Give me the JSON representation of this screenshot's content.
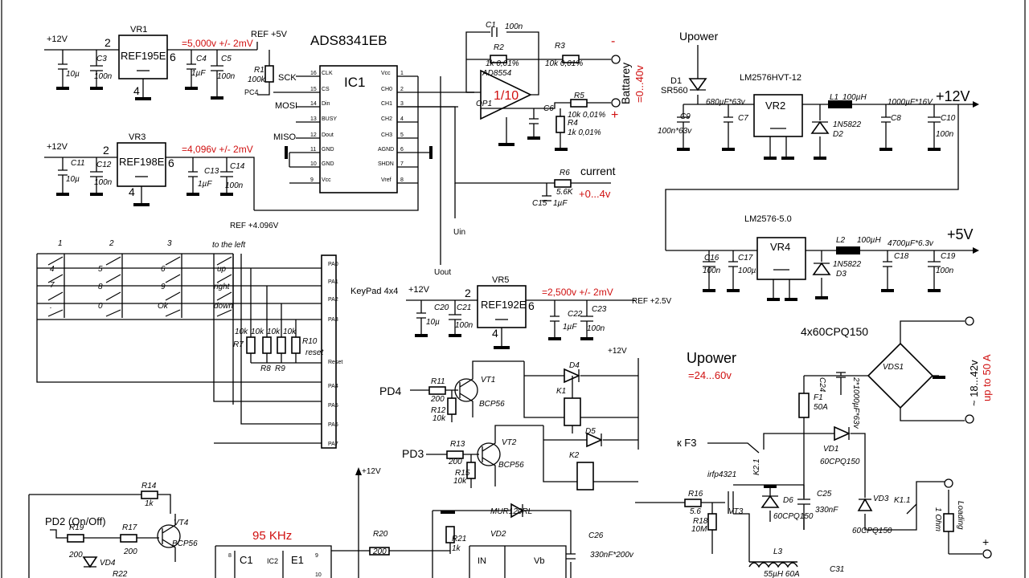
{
  "sheet": {
    "chip_title": "ADS8341EB",
    "ic1": "IC1",
    "vr1": "VR1",
    "vr1_part": "REF195E",
    "vr1_out": "=5,000v +/- 2mV",
    "vr3": "VR3",
    "vr3_part": "REF198E",
    "vr3_out": "=4,096v +/- 2mV",
    "vr5": "VR5",
    "vr5_part": "REF192E",
    "vr5_out": "=2,500v +/- 2mV",
    "ref5": "REF +5V",
    "ref4096": "REF +4.096V",
    "ref25": "REF +2.5V",
    "p12": "+12V",
    "p12b": "+12V",
    "p12c": "+12V",
    "p12d": "+12V",
    "p12e": "+12V",
    "pin2": "2",
    "pin6": "6",
    "pin4": "4",
    "sck": "SCK",
    "mosi": "MOSI",
    "miso": "MISO",
    "pc4": "PC4",
    "r1": "R1",
    "r1v": "100k",
    "c1": "C1",
    "c1v": "100n",
    "r2": "R2",
    "r2v": "1k 0,01%",
    "r3": "R3",
    "r3v": "10k 0,01%",
    "ad8554": "AD8554",
    "op1": "OP1",
    "gain": "1/10",
    "battery": "Battarey",
    "battery_range": "=0...40v",
    "c6": "C6",
    "r5": "R5",
    "r5v": "10k 0,01%",
    "r4": "R4",
    "r4v": "1k 0,01%",
    "r6": "R6",
    "r6v": "5.6K",
    "current": "current",
    "current_range": "+0...4v",
    "c15": "C15",
    "c15v": "1µF",
    "uin": "Uin",
    "uout": "Uout",
    "upower_top": "Upower",
    "d1": "D1",
    "d1v": "SR560",
    "lm12": "LM2576HVT-12",
    "vr2": "VR2",
    "l1": "L1",
    "l1v": "100µH",
    "c9": "C9",
    "c9v": "680µF*63v",
    "c9v2": "100n*63v",
    "c7": "C7",
    "d2": "D2",
    "d2v": "1N5822",
    "c8": "C8",
    "c8v": "1000µF*16V",
    "c10": "C10",
    "c10v": "100n",
    "out12": "+12V",
    "lm5": "LM2576-5.0",
    "vr4": "VR4",
    "l2": "L2",
    "l2v": "100µH",
    "c16": "C16",
    "c16v": "100n",
    "c17": "C17",
    "c17v": "100µ",
    "d3": "D3",
    "d3v": "1N5822",
    "c18": "C18",
    "c18v": "4700µF*6.3v",
    "c19": "C19",
    "c19v": "100n",
    "out5": "+5V",
    "keys": [
      "1",
      "2",
      "3",
      "4",
      "5",
      "6",
      "7",
      "8",
      "9",
      "0",
      "Ok",
      ".",
      "up",
      "right",
      "down",
      "to the left"
    ],
    "keypad": "KeyPad 4x4",
    "pa": [
      "PA0",
      "PA1",
      "PA2",
      "PA3",
      "Reset",
      "PA4",
      "PA5",
      "PA6",
      "PA7"
    ],
    "r7": "R7",
    "r8": "R8",
    "r9": "R9",
    "r10": "R10",
    "r10k": "10k",
    "reset": "reset",
    "bridge": "4x60CPQ150",
    "vds1": "VDS1",
    "range1": "~ 18...42v",
    "range2": "up to 50 A",
    "upower": "Upower",
    "upower_range": "=24...60v",
    "c24": "C24",
    "c24v": "2*1000µF*63v",
    "f1": "F1",
    "f1v": "50A",
    "pd4": "PD4",
    "r11": "R11",
    "r11v": "200",
    "r12": "R12",
    "r12v": "10k",
    "vt1": "VT1",
    "vt1v": "BCP56",
    "d4": "D4",
    "k1": "K1",
    "d5": "D5",
    "k2": "K2",
    "pd3": "PD3",
    "r13": "R13",
    "r13v": "200",
    "r15": "R15",
    "r15v": "10k",
    "vt2": "VT2",
    "vt2v": "BCP56",
    "kf3": "к F3",
    "k21": "K2.1",
    "vd1": "VD1",
    "vd1v": "60CPQ150",
    "irf": "irfp4321",
    "r16": "R16",
    "r16v": "5.6",
    "r18": "R18",
    "r18v": "10M",
    "vt3": "VT3",
    "d6": "D6",
    "d6v": "60CPQ150",
    "c25": "C25",
    "c25v": "330nF",
    "vd3": "VD3",
    "vd3v": "60CPQ150",
    "k11": "K1.1",
    "loading": "Loading",
    "ohm": "1 Ohm",
    "l3": "L3",
    "l3v": "55µH 60A",
    "c31": "C31",
    "pd2": "PD2 (On/Off)",
    "r14": "R14",
    "r14v": "1k",
    "r17": "R17",
    "r17v": "200",
    "r19": "R19",
    "r19v": "200",
    "vt4": "VT4",
    "vt4v": "BCP56",
    "vd4": "VD4",
    "r22": "R22",
    "khz": "95 KHz",
    "ic2": "IC2",
    "c1b": "C1",
    "e1": "E1",
    "r20": "R20",
    "r20v": "200",
    "r21": "R21",
    "r21v": "1k",
    "mur": "MUR120RL",
    "vd2": "VD2",
    "c26": "C26",
    "c26v": "330nF*200v",
    "in": "IN",
    "vb": "Vb",
    "plus": "+",
    "minus": "-",
    "plus2": "+"
  },
  "colors": {
    "red": "#d01010",
    "ink": "#000000"
  }
}
